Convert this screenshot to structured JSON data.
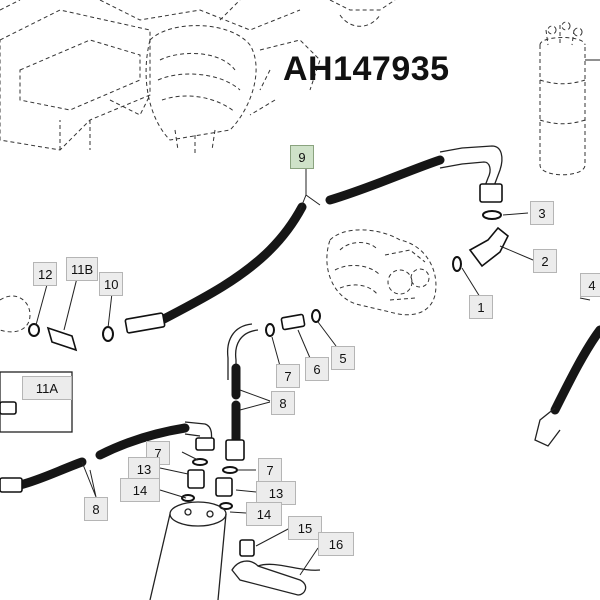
{
  "title": "AH147935",
  "callouts": {
    "c9": "9",
    "c3": "3",
    "c2": "2",
    "c1": "1",
    "c4": "4",
    "c12": "12",
    "c11b": "11B",
    "c10": "10",
    "c11a": "11A",
    "c7a": "7",
    "c6": "6",
    "c5": "5",
    "c8a": "8",
    "c7b": "7",
    "c7c": "7",
    "c13a": "13",
    "c13b": "13",
    "c14a": "14",
    "c14b": "14",
    "c8b": "8",
    "c15": "15",
    "c16": "16"
  },
  "colors": {
    "callout_fill": "#ececec",
    "callout_highlight": "#cfe2c9",
    "line": "#161616"
  }
}
